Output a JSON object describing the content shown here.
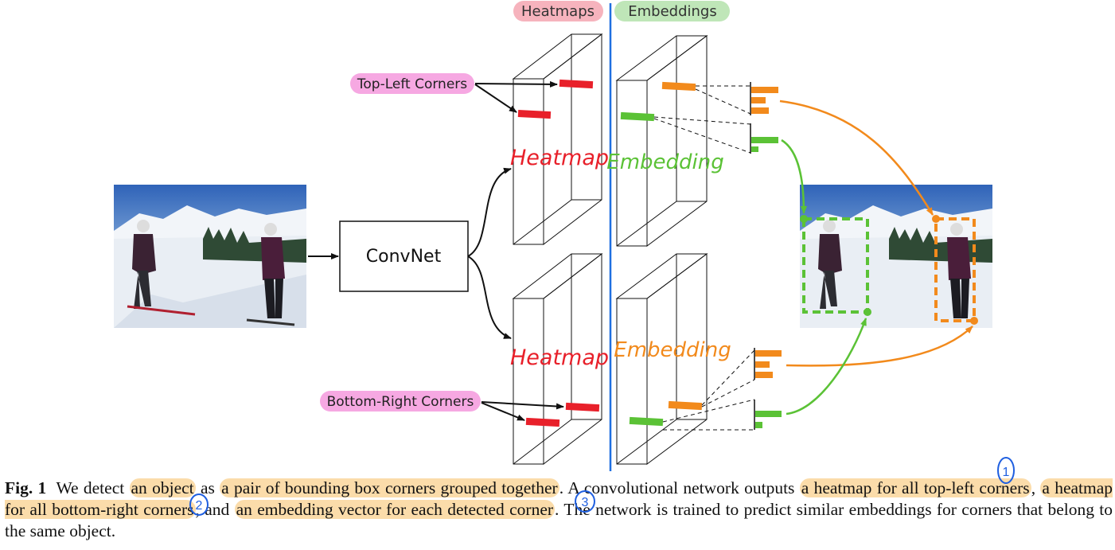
{
  "headers": {
    "heatmaps": "Heatmaps",
    "embeddings": "Embeddings"
  },
  "labels": {
    "top_left": "Top-Left Corners",
    "bottom_right": "Bottom-Right Corners",
    "convnet": "ConvNet"
  },
  "maps": {
    "heatmap_top": "Heatmap",
    "heatmap_bottom": "Heatmap",
    "embedding_top": "Embedding",
    "embedding_bottom": "Embedding"
  },
  "images": {
    "input": "photo: two skiers on a snowy mountain",
    "output": "photo: same skiers with detected bounding boxes"
  },
  "caption": {
    "fig_label": "Fig. 1",
    "seg1": "We detect",
    "hl1": "an object",
    "seg2": "as",
    "hl2": "a pair of bounding box corners grouped together",
    "seg3": ". A convolutional network outputs",
    "hl3": "a heatmap for all top-left corners",
    "seg4": ",",
    "hl4": "a heatmap for all bottom-right corners",
    "seg5": ", and",
    "hl5": "an embedding vector for each detected corner",
    "seg6": ". The network is trained to predict similar embeddings for corners that belong to the same object."
  },
  "annotations": {
    "n1": "1",
    "n2": "2",
    "n3": "3"
  },
  "colors": {
    "heat_red": "#e8202a",
    "emb_orange": "#f28a1c",
    "emb_green": "#5bc236",
    "divider_blue": "#1f6fe0",
    "pill_pink": "#f6a8e2",
    "pill_red": "#f6b3bd",
    "pill_green": "#bfe6b8",
    "highlight": "#fbdcaa",
    "annotation_blue": "#1f5fe0"
  }
}
